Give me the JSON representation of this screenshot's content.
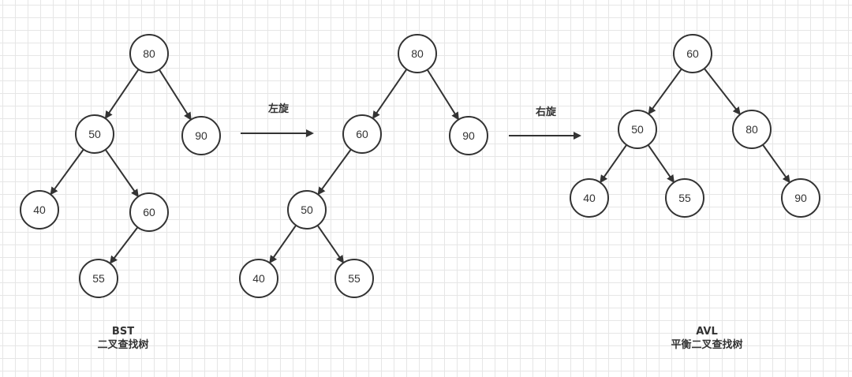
{
  "trees": [
    {
      "id": "bst",
      "caption": {
        "line1": "BST",
        "line2": "二叉查找树"
      },
      "nodes": [
        {
          "id": "80",
          "label": "80"
        },
        {
          "id": "50",
          "label": "50"
        },
        {
          "id": "90",
          "label": "90"
        },
        {
          "id": "40",
          "label": "40"
        },
        {
          "id": "60",
          "label": "60"
        },
        {
          "id": "55",
          "label": "55"
        }
      ],
      "edges": [
        [
          "80",
          "50"
        ],
        [
          "80",
          "90"
        ],
        [
          "50",
          "40"
        ],
        [
          "50",
          "60"
        ],
        [
          "60",
          "55"
        ]
      ]
    },
    {
      "id": "intermediate",
      "caption": {
        "line1": "",
        "line2": ""
      },
      "nodes": [
        {
          "id": "80",
          "label": "80"
        },
        {
          "id": "60",
          "label": "60"
        },
        {
          "id": "90",
          "label": "90"
        },
        {
          "id": "50",
          "label": "50"
        },
        {
          "id": "40",
          "label": "40"
        },
        {
          "id": "55",
          "label": "55"
        }
      ],
      "edges": [
        [
          "80",
          "60"
        ],
        [
          "80",
          "90"
        ],
        [
          "60",
          "50"
        ],
        [
          "50",
          "40"
        ],
        [
          "50",
          "55"
        ]
      ]
    },
    {
      "id": "avl",
      "caption": {
        "line1": "AVL",
        "line2": "平衡二叉查找树"
      },
      "nodes": [
        {
          "id": "60",
          "label": "60"
        },
        {
          "id": "50",
          "label": "50"
        },
        {
          "id": "80",
          "label": "80"
        },
        {
          "id": "40",
          "label": "40"
        },
        {
          "id": "55",
          "label": "55"
        },
        {
          "id": "90",
          "label": "90"
        }
      ],
      "edges": [
        [
          "60",
          "50"
        ],
        [
          "60",
          "80"
        ],
        [
          "50",
          "40"
        ],
        [
          "50",
          "55"
        ],
        [
          "80",
          "90"
        ]
      ]
    }
  ],
  "transitions": [
    {
      "id": "left-rotation",
      "label": "左旋"
    },
    {
      "id": "right-rotation",
      "label": "右旋"
    }
  ]
}
